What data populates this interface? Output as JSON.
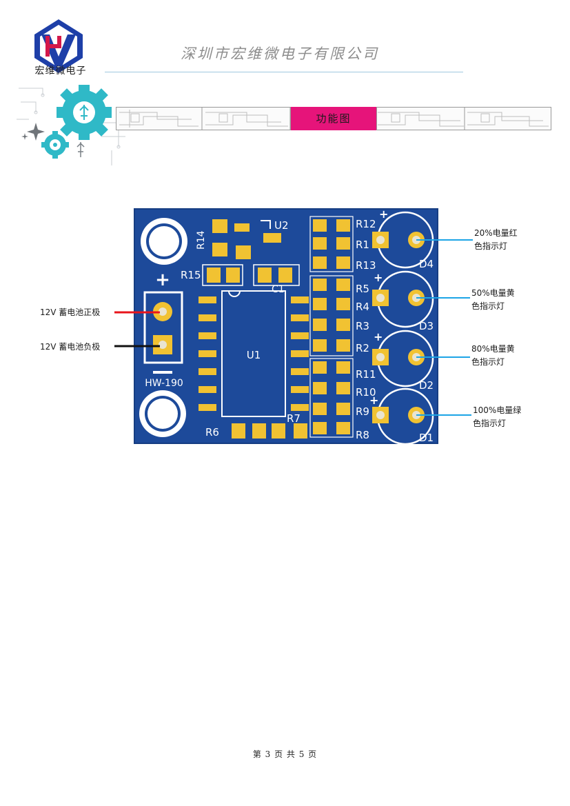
{
  "header": {
    "logo_text": "宏维微电子",
    "company": "深圳市宏维微电子有限公司"
  },
  "banner": {
    "title": "功能图"
  },
  "pcb": {
    "model": "HW-190",
    "plus_sign": "+",
    "refs": {
      "u1": "U1",
      "u2": "U2",
      "c1": "C1",
      "r1": "R1",
      "r2": "R2",
      "r3": "R3",
      "r4": "R4",
      "r5": "R5",
      "r6": "R6",
      "r7": "R7",
      "r8": "R8",
      "r9": "R9",
      "r10": "R10",
      "r11": "R11",
      "r12": "R12",
      "r13": "R13",
      "r14": "R14",
      "r15": "R15",
      "d1": "D1",
      "d2": "D2",
      "d3": "D3",
      "d4": "D4"
    },
    "colors": {
      "board": "#1d4a9a",
      "pad": "#f1c232",
      "silk": "#ffffff",
      "positive_wire": "#e8141b",
      "negative_wire": "#111111",
      "leader": "#1ca4e6"
    }
  },
  "labels": {
    "positive": "12V 蓄电池正极",
    "negative": "12V 蓄电池负极",
    "d4_line1": "20%电量红",
    "d4_line2": "色指示灯",
    "d3_line1": "50%电量黄",
    "d3_line2": "色指示灯",
    "d2_line1": "80%电量黄",
    "d2_line2": "色指示灯",
    "d1_line1": "100%电量绿",
    "d1_line2": "色指示灯"
  },
  "footer": {
    "page_text": "第 3 页 共 5 页"
  }
}
